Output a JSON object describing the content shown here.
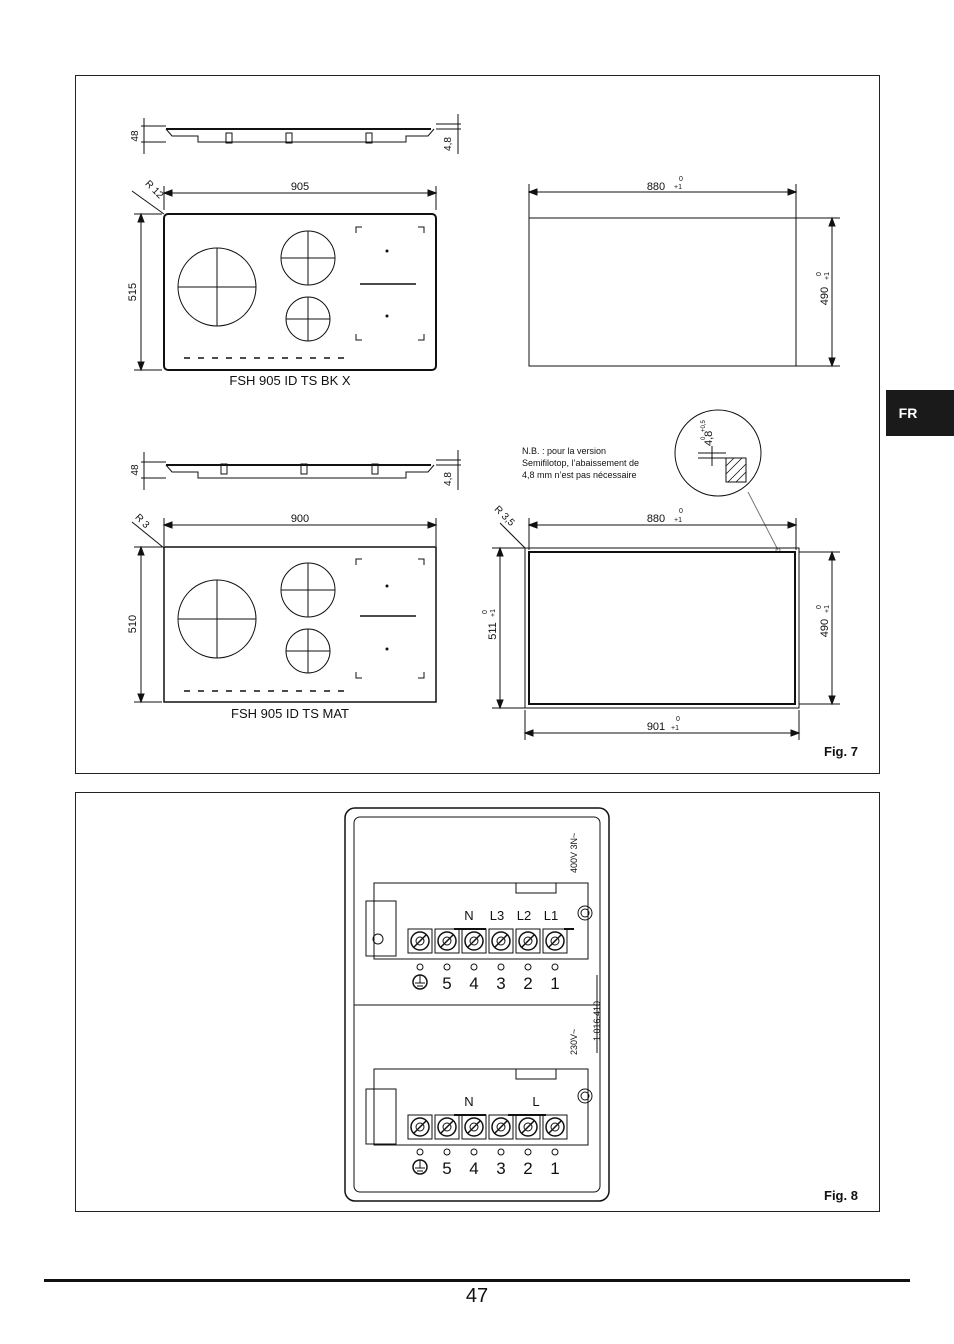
{
  "tab": {
    "label": "FR"
  },
  "fig7": {
    "label": "Fig. 7",
    "top_model": {
      "name": "FSH 905 ID TS BK X",
      "width": "905",
      "depth": "515",
      "radius": "R 12",
      "thickness_left": "48",
      "thickness_right": "4,8"
    },
    "bottom_model": {
      "name": "FSH 905 ID TS MAT",
      "width": "900",
      "depth": "510",
      "radius": "R 3",
      "thickness_left": "48",
      "thickness_right": "4,8"
    },
    "cutout_top": {
      "width": "880",
      "height": "490",
      "tol_upper": "0",
      "tol_lower": "+1"
    },
    "cutout_bottom": {
      "width_inner": "880",
      "width_outer": "901",
      "height_inner": "490",
      "height_outer": "511",
      "radius": "R 3,5",
      "tol_upper": "0",
      "tol_lower": "+1"
    },
    "note": {
      "line1": "N.B. : pour la version",
      "line2": "Semifilotop, l’abaissement de",
      "line3": "4,8 mm n’est pas nécessaire"
    },
    "detail": {
      "value": "4,8",
      "tol": "+0,5",
      "tol_zero": "0"
    }
  },
  "fig8": {
    "label": "Fig. 8",
    "side_top": "400V 3N~",
    "side_bottom": "230V~",
    "code": "1.016.410",
    "top_block_labels": [
      "N",
      "L3",
      "L2",
      "L1"
    ],
    "bottom_block_labels": [
      "N",
      "L"
    ],
    "terminal_numbers": [
      "5",
      "4",
      "3",
      "2",
      "1"
    ]
  },
  "page_number": "47"
}
